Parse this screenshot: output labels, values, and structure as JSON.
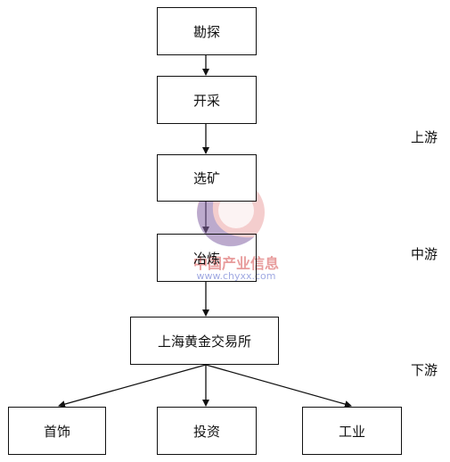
{
  "nodes": {
    "exploration": "勘探",
    "mining": "开采",
    "dressing": "选矿",
    "smelting": "冶炼",
    "exchange": "上海黄金交易所",
    "jewelry": "首饰",
    "investment": "投资",
    "industry": "工业"
  },
  "stages": {
    "upstream": "上游",
    "midstream": "中游",
    "downstream": "下游"
  },
  "watermark": {
    "name": "中国产业信息",
    "url": "www.chyxx.com",
    "logo_icon": "circle-swoosh-logo"
  },
  "colors": {
    "stroke": "#111111",
    "watermark_red": "#d64a4a",
    "watermark_blue": "#6070ce"
  }
}
